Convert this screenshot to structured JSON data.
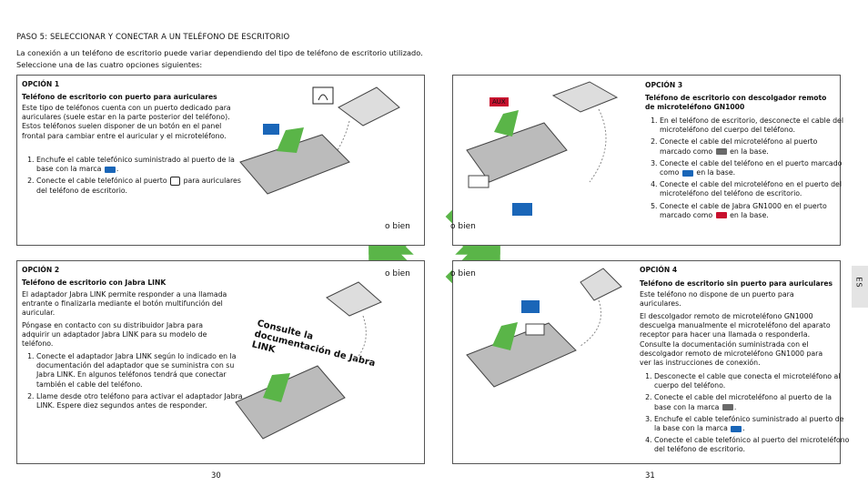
{
  "header": {
    "step_title": "PASO 5: SELECCIONAR Y CONECTAR A UN TELÉFONO DE ESCRITORIO",
    "intro_line1": "La conexión a un teléfono de escritorio puede variar dependiendo del tipo de teléfono de escritorio utilizado.",
    "intro_line2": "Seleccione una de las cuatro opciones siguientes:"
  },
  "option1": {
    "label": "OPCIÓN 1",
    "subtitle": "Teléfono de escritorio con puerto para auriculares",
    "body": "Este tipo de teléfonos cuenta con un puerto dedicado para auriculares (suele estar en la parte posterior del teléfono). Estos teléfonos suelen disponer de un botón en el panel frontal para cambiar entre el auricular y el microteléfono.",
    "step1_a": "Enchufe el cable telefónico suministrado al puerto de la base con la marca",
    "step1_b": ".",
    "step2_a": "Conecte el cable telefónico al puerto",
    "step2_b": "para auriculares del teléfono de escritorio."
  },
  "option2": {
    "label": "OPCIÓN 2",
    "subtitle": "Teléfono de escritorio con Jabra LINK",
    "body1": "El adaptador Jabra LINK permite responder a una llamada entrante o finalizarla mediante el botón multifunción del auricular.",
    "body2": "Póngase en contacto con su distribuidor Jabra para adquirir un adaptador Jabra LINK para su modelo de teléfono.",
    "step1": "Conecte el adaptador Jabra LINK según lo indicado en la documentación del adaptador que se suministra con su Jabra LINK. En algunos teléfonos tendrá que conectar también el cable del teléfono.",
    "step2": "Llame desde otro teléfono para activar el adaptador Jabra LINK. Espere diez segundos antes de responder.",
    "callout": "Consulte la documentación de Jabra LINK"
  },
  "option3": {
    "label": "OPCIÓN 3",
    "subtitle": "Teléfono de escritorio con descolgador remoto de microteléfono GN1000",
    "step1": "En el teléfono de escritorio, desconecte el cable del microteléfono del cuerpo del teléfono.",
    "step2": "Conecte el cable del microteléfono al puerto marcado como",
    "step2_b": "en la base.",
    "step3": "Conecte el cable del teléfono en el puerto marcado como",
    "step3_b": "en la base.",
    "step4": "Conecte el cable del microteléfono en el puerto del microteléfono del teléfono de escritorio.",
    "step5": "Conecte el cable de Jabra GN1000 en el puerto marcado como",
    "step5_b": "en la base.",
    "aux_tag": "AUX"
  },
  "option4": {
    "label": "OPCIÓN 4",
    "subtitle": "Teléfono de escritorio sin puerto para auriculares",
    "body1": "Este teléfono no dispone de un puerto para auriculares.",
    "body2": "El descolgador remoto de microteléfono GN1000 descuelga manualmente el microteléfono del aparato receptor para hacer una llamada o responderla. Consulte la documentación suministrada con el descolgador remoto de microteléfono GN1000 para ver las instrucciones de conexión.",
    "step1": "Desconecte el cable que conecta el microteléfono al cuerpo del teléfono.",
    "step2": "Conecte el cable del microteléfono al puerto de la base con la marca",
    "step2_b": ".",
    "step3": "Enchufe el cable telefónico suministrado al puerto de la base con la marca",
    "step3_b": ".",
    "step4": "Conecte el cable telefónico al puerto del microteléfono del teléfono de escritorio."
  },
  "arrows": {
    "obien_tl": "o bien",
    "obien_tr": "o bien",
    "obien_bl": "o bien",
    "obien_br": "o bien"
  },
  "footer": {
    "page_left": "30",
    "page_right": "31",
    "side_tab": "ES"
  },
  "colors": {
    "arrow_green": "#5ab548",
    "marker_blue": "#1a66b8",
    "marker_red": "#c8102e",
    "border": "#555555"
  }
}
